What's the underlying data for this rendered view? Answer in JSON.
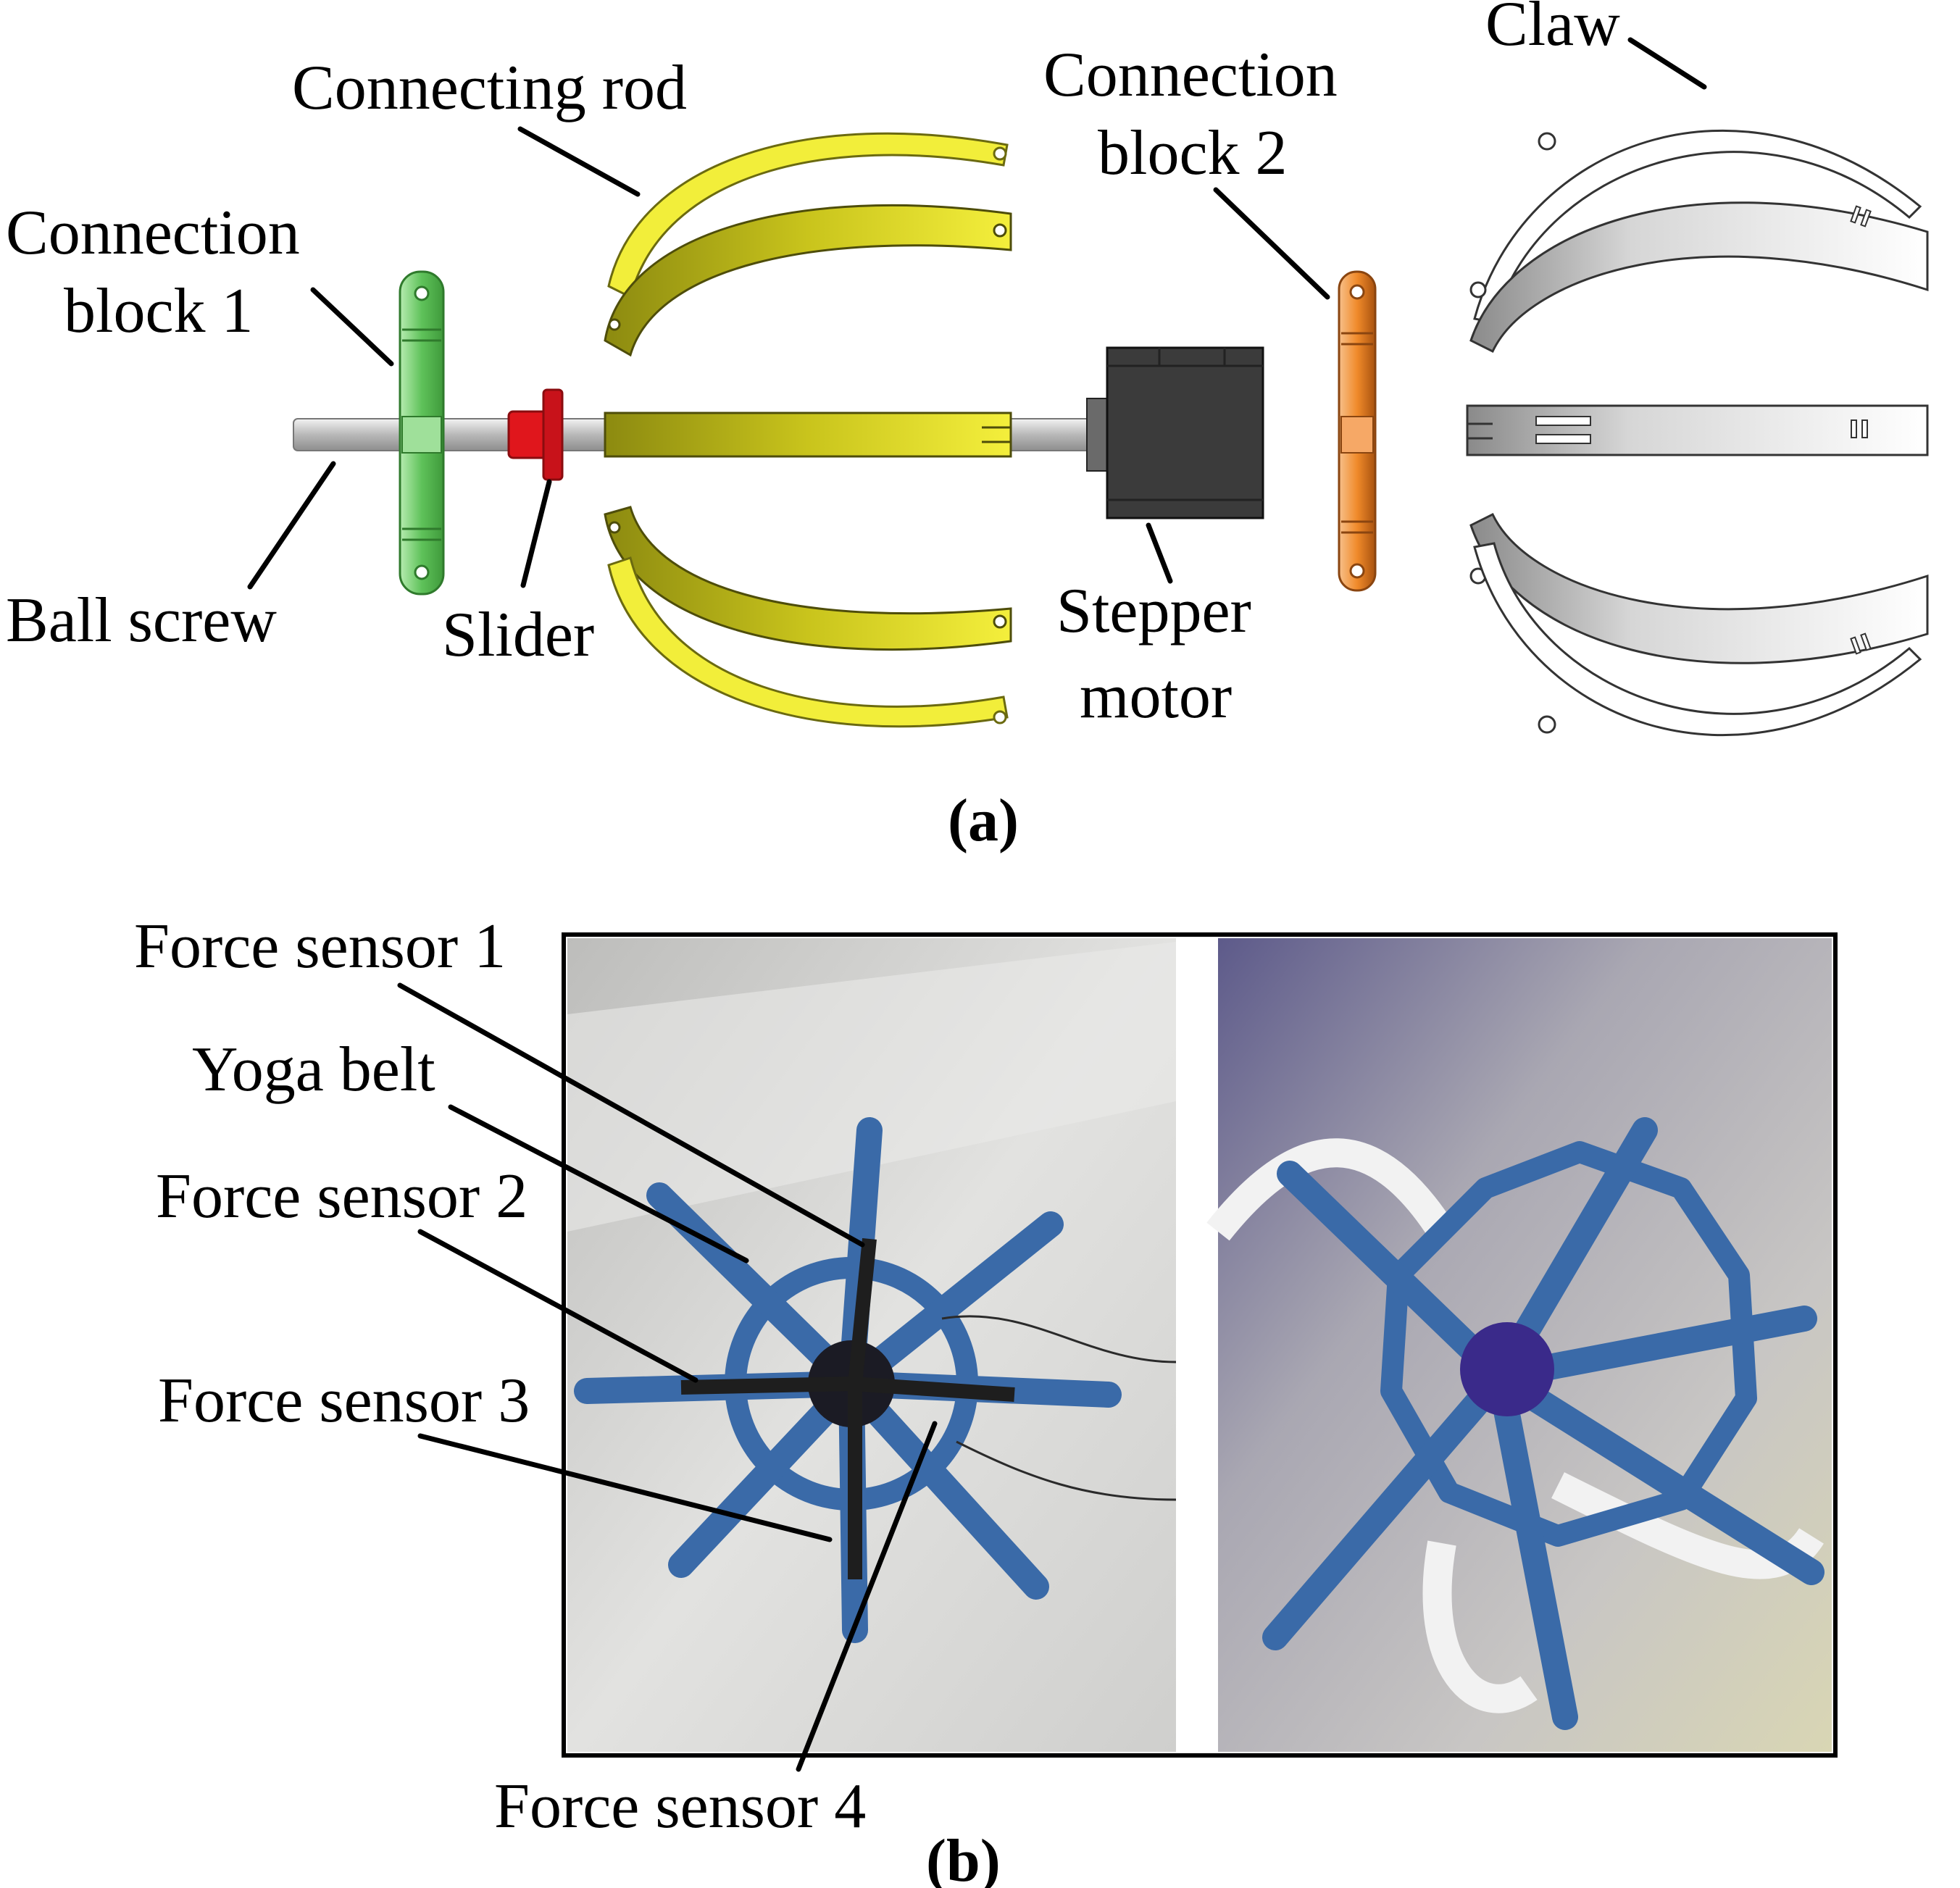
{
  "panel_a": {
    "caption": "(a)",
    "labels": {
      "connecting_rod": "Connecting rod",
      "connection_block_2_line1": "Connection",
      "connection_block_2_line2": "block 2",
      "claw": "Claw",
      "connection_block_1_line1": "Connection",
      "connection_block_1_line2": "block 1",
      "ball_screw": "Ball screw",
      "slider": "Slider",
      "stepper_motor_line1": "Stepper",
      "stepper_motor_line2": "motor"
    },
    "colors": {
      "connection_block_1": "#7fd37a",
      "slider": "#e0161c",
      "connecting_rod_light": "#f2ee3a",
      "connecting_rod_dark": "#9a9a12",
      "stepper_motor": "#3b3b3b",
      "connection_block_2": "#f08a2a",
      "claw": "#ffffff",
      "shaft": "#cfcfcf"
    }
  },
  "panel_b": {
    "caption": "(b)",
    "labels": {
      "force_sensor_1": "Force sensor 1",
      "yoga_belt": "Yoga belt",
      "force_sensor_2": "Force sensor 2",
      "force_sensor_3": "Force sensor 3",
      "force_sensor_4": "Force sensor 4"
    },
    "colors": {
      "yoga_belt": "#3a6aa8",
      "sensor_strip": "#2a2a2a",
      "photo_background_left": "#d4d4d2",
      "photo_background_right": "#b9b7b6"
    }
  }
}
